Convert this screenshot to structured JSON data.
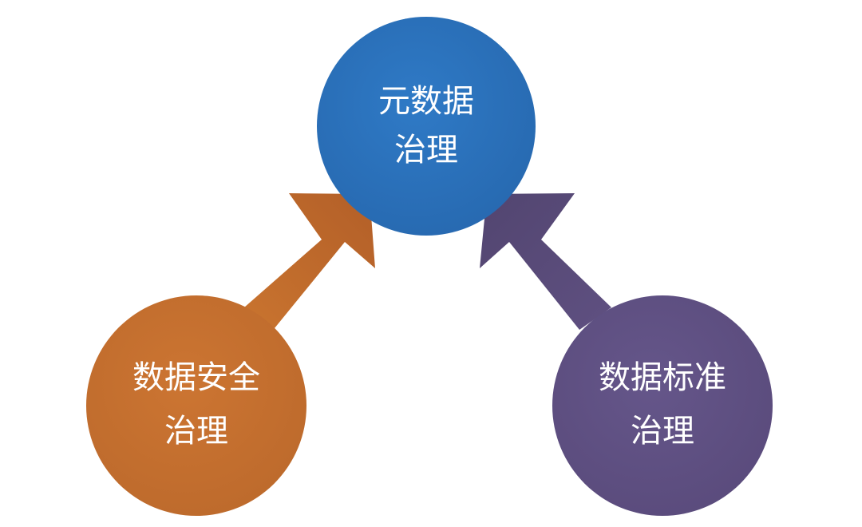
{
  "diagram": {
    "nodes": [
      {
        "id": "metadata-governance",
        "lines": [
          "元数据",
          "治理"
        ],
        "color": "#2e74be"
      },
      {
        "id": "data-security-governance",
        "lines": [
          "数据安全",
          "治理"
        ],
        "color": "#c56f2e"
      },
      {
        "id": "data-standard-governance",
        "lines": [
          "数据标准",
          "治理"
        ],
        "color": "#615185"
      }
    ],
    "arrows": [
      {
        "from": "data-security-governance",
        "to": "metadata-governance",
        "color_start": "#c7702d",
        "color_end": "#b8622a"
      },
      {
        "from": "data-standard-governance",
        "to": "metadata-governance",
        "color_start": "#5e4f7f",
        "color_end": "#554874"
      }
    ]
  }
}
